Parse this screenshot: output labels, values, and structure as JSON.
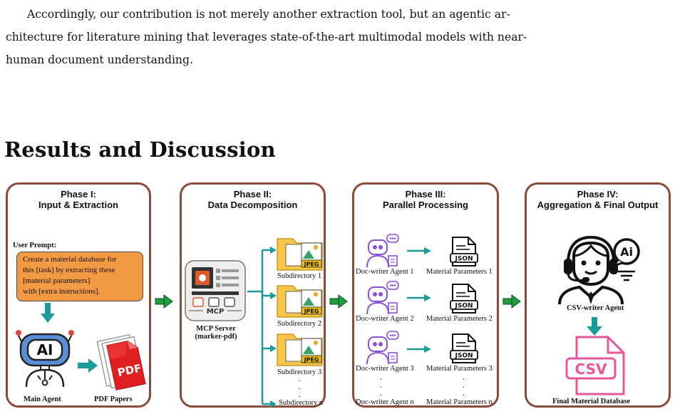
{
  "paragraph": {
    "lines": [
      "Accordingly, our contribution is not merely another extraction tool, but an agentic ar-",
      "chitecture for literature mining that leverages state-of-the-art multimodal models with near-",
      "human document understanding."
    ]
  },
  "section": {
    "title": "Results and Discussion"
  },
  "figure": {
    "phase1": {
      "title_line1": "Phase I:",
      "title_line2": "Input & Extraction",
      "user_prompt_label": "User Prompt:",
      "prompt_lines": [
        "Create a material database for",
        "this [task] by extracting these",
        "[material parameters]",
        "with [extra instructions]."
      ],
      "robot_text": "AI",
      "pdf_text": "PDF",
      "main_agent_label": "Main Agent",
      "pdf_papers_label": "PDF Papers"
    },
    "phase2": {
      "title_line1": "Phase II:",
      "title_line2": "Data Decomposition",
      "server_badge": "MCP",
      "server_label_line1": "MCP Server",
      "server_label_line2": "(marker-pdf)",
      "jpeg_text": "JPEG",
      "subdirectories": [
        "Subdirectory 1",
        "Subdirectory 2",
        "Subdirectory 3",
        "Subdirectory n"
      ],
      "dots": "."
    },
    "phase3": {
      "title_line1": "Phase III:",
      "title_line2": "Parallel Processing",
      "json_text": "JSON",
      "agents": [
        "Doc-writer Agent 1",
        "Doc-writer Agent 2",
        "Doc-writer Agent 3",
        "Doc-writer Agent n"
      ],
      "params": [
        "Material Parameters 1",
        "Material Parameters 2",
        "Material Parameters 3",
        "Material Parameters n"
      ],
      "dots": "."
    },
    "phase4": {
      "title_line1": "Phase IV:",
      "title_line2": "Aggregation & Final Output",
      "ai_bubble": "Ai",
      "csv_agent_label": "CSV-writer Agent",
      "csv_text": "CSV",
      "final_label": "Final Material Database"
    },
    "colors": {
      "border": "#8b4a3a",
      "arrow_teal": "#1a9a9a",
      "arrow_green": "#1e9e3e",
      "prompt_fill": "#f39a45",
      "folder": "#f7c648",
      "pdf_red": "#e02020",
      "csv_pink": "#e8559a",
      "agent_purple": "#8a4fd8"
    }
  }
}
